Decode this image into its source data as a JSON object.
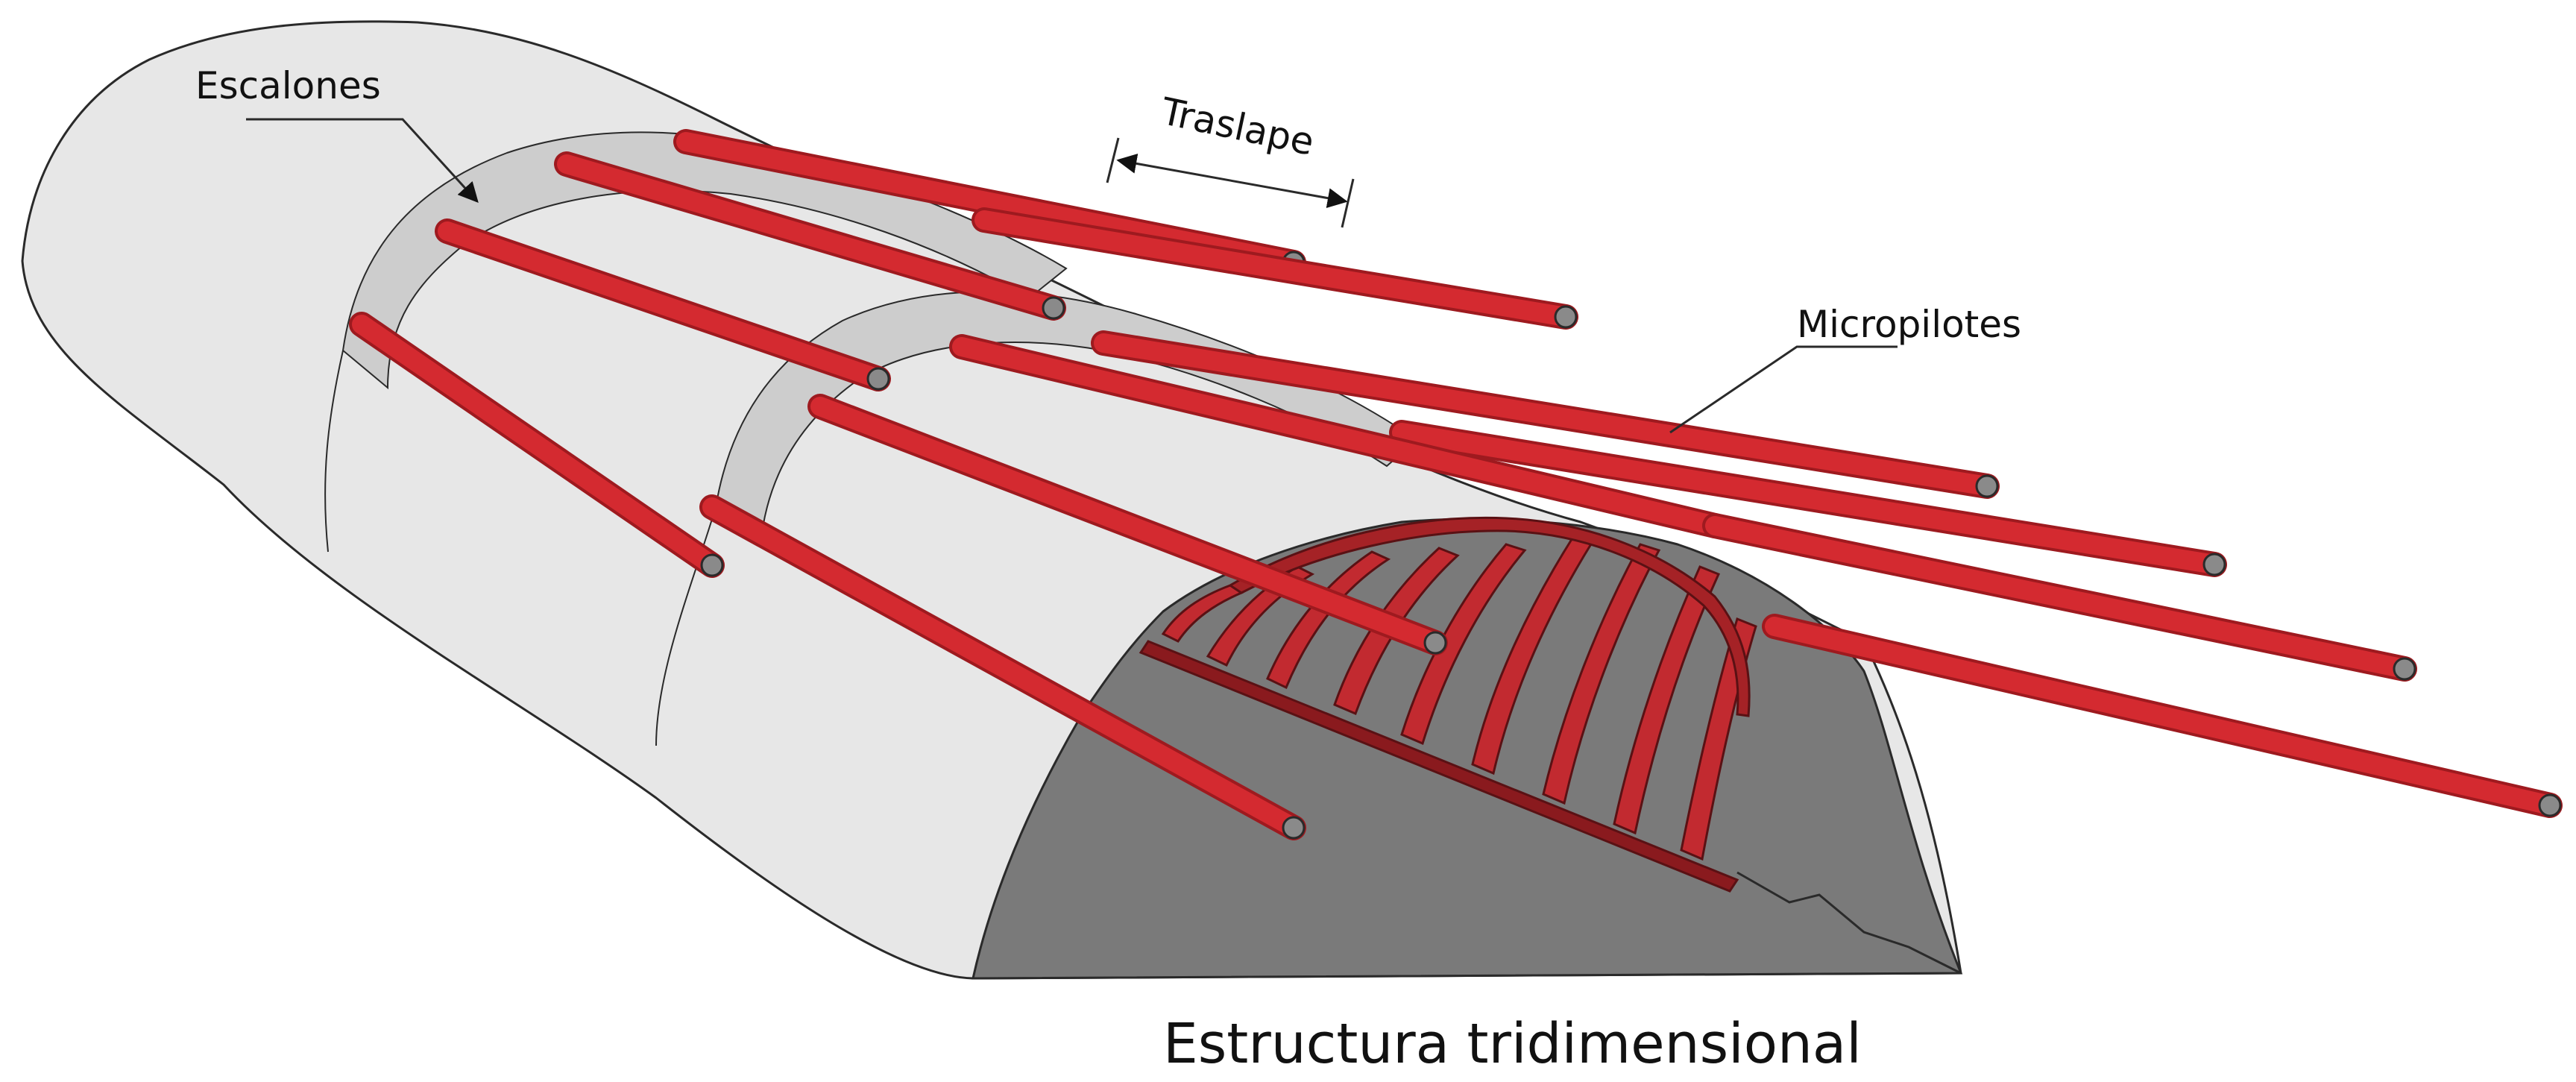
{
  "labels": {
    "escalones": "Escalones",
    "traslape": "Traslape",
    "micropilotes": "Micropilotes",
    "caption": "Estructura tridimensional"
  },
  "colors": {
    "pipe": "#d42a30",
    "pipe_dark": "#9e1a1f",
    "concrete": "#e7e7e7",
    "concrete_step": "#cdcdcd",
    "face": "#7a7a7a",
    "outline": "#2a2a2a"
  },
  "icons": {
    "arrow": "arrow-icon",
    "dimension": "dimension-arrow-icon"
  }
}
